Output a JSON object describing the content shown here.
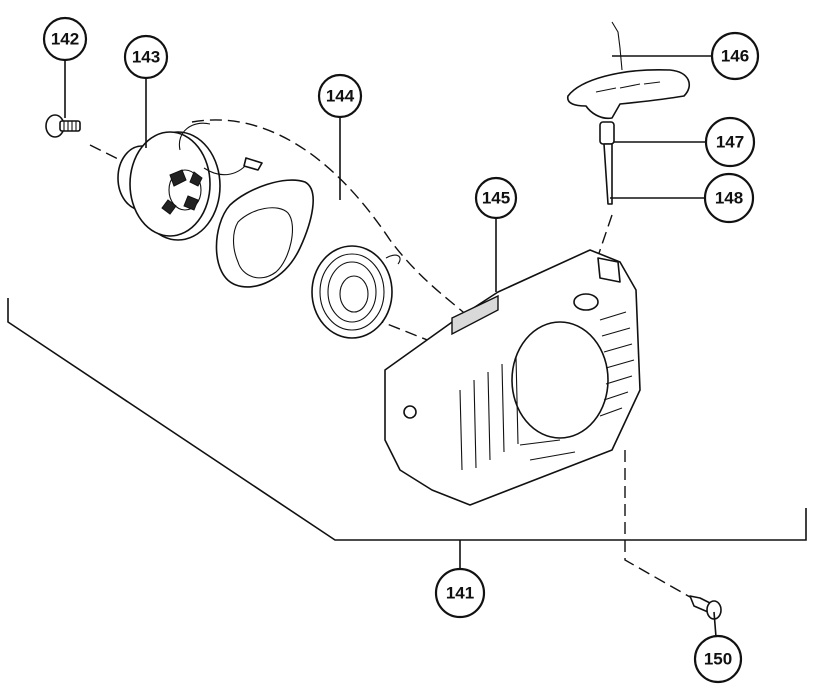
{
  "callouts": {
    "c141": "141",
    "c142": "142",
    "c143": "143",
    "c144": "144",
    "c145": "145",
    "c146": "146",
    "c147": "147",
    "c148": "148",
    "c150": "150"
  }
}
